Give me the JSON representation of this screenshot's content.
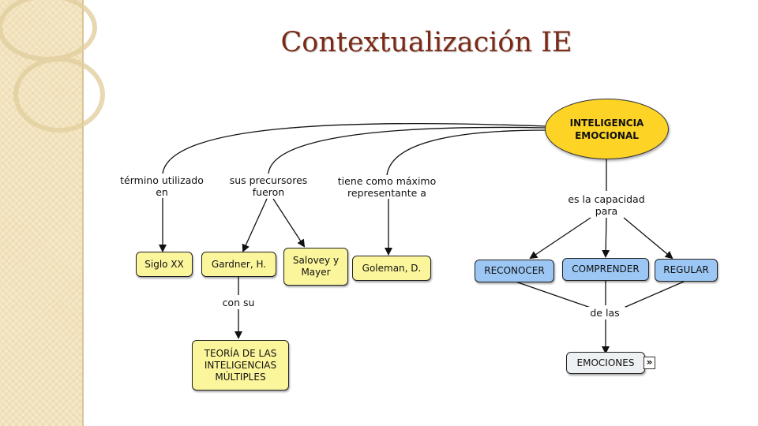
{
  "slide": {
    "title": "Contextualización IE"
  },
  "concept_map": {
    "root": "INTELIGENCIA EMOCIONAL",
    "links": {
      "termino": "término utilizado en",
      "precursores": "sus precursores fueron",
      "maximo": "tiene como máximo representante a",
      "capacidad": "es la capacidad para",
      "con_su": "con su",
      "de_las": "de las"
    },
    "nodes": {
      "siglo": "Siglo XX",
      "gardner": "Gardner, H.",
      "salovey": "Salovey y Mayer",
      "goleman": "Goleman, D.",
      "teoria": "TEORÍA DE LAS INTELIGENCIAS MÚLTIPLES",
      "reconocer": "RECONOCER",
      "comprender": "COMPRENDER",
      "regular": "REGULAR",
      "emociones": "EMOCIONES"
    },
    "expand_glyph": "»",
    "colors": {
      "root": "#fdd326",
      "yellow_nodes": "#fbf59b",
      "blue_nodes": "#9cc7f4",
      "title": "#7a2a16"
    }
  }
}
